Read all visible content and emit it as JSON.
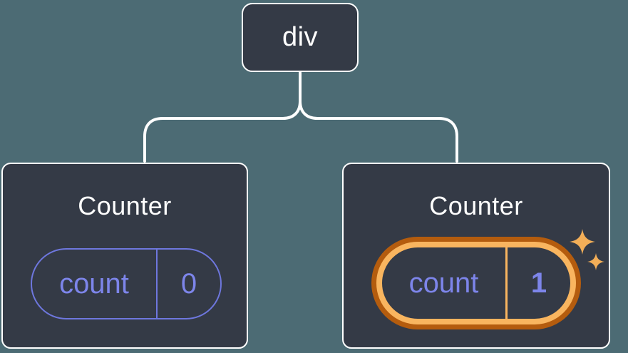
{
  "tree": {
    "root": {
      "label": "div"
    },
    "children": [
      {
        "title": "Counter",
        "state": {
          "key": "count",
          "value": "0"
        },
        "highlighted": false
      },
      {
        "title": "Counter",
        "state": {
          "key": "count",
          "value": "1"
        },
        "highlighted": true
      }
    ]
  },
  "colors": {
    "background": "#4C6B74",
    "node_fill": "#343A46",
    "node_border": "#FFFFFF",
    "connector": "#FFFFFF",
    "state_text": "#7D85EA",
    "state_border": "#6E77DE",
    "highlight_ring_inner": "#F9B55F",
    "highlight_ring_outer": "#B45C0E",
    "sparkle": "#F2AE58"
  }
}
